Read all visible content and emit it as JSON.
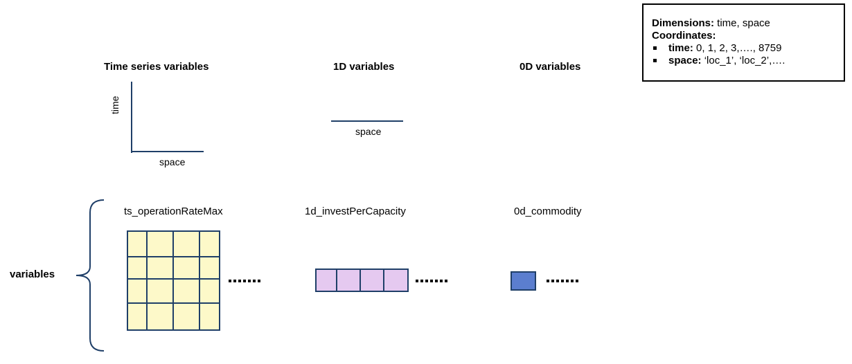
{
  "info": {
    "dimensions_label": "Dimensions:",
    "dimensions_value": " time, space",
    "coordinates_label": "Coordinates:",
    "coords": [
      {
        "label": "time:",
        "value": " 0, 1, 2, 3,…., 8759"
      },
      {
        "label": "space:",
        "value": " ‘loc_1’, ‘loc_2’,…."
      }
    ]
  },
  "sections": {
    "ts": {
      "heading": "Time series variables",
      "y_axis": "time",
      "x_axis": "space",
      "variable": "ts_operationRateMax"
    },
    "d1": {
      "heading": "1D variables",
      "x_axis": "space",
      "variable": "1d_investPerCapacity"
    },
    "d0": {
      "heading": "0D variables",
      "variable": "0d_commodity"
    }
  },
  "variables_label": "variables",
  "colors": {
    "ts_fill": "#fdf9c9",
    "d1_fill": "#e5c9f0",
    "d0_fill": "#5b7ecf",
    "stroke": "#1f3f68"
  }
}
